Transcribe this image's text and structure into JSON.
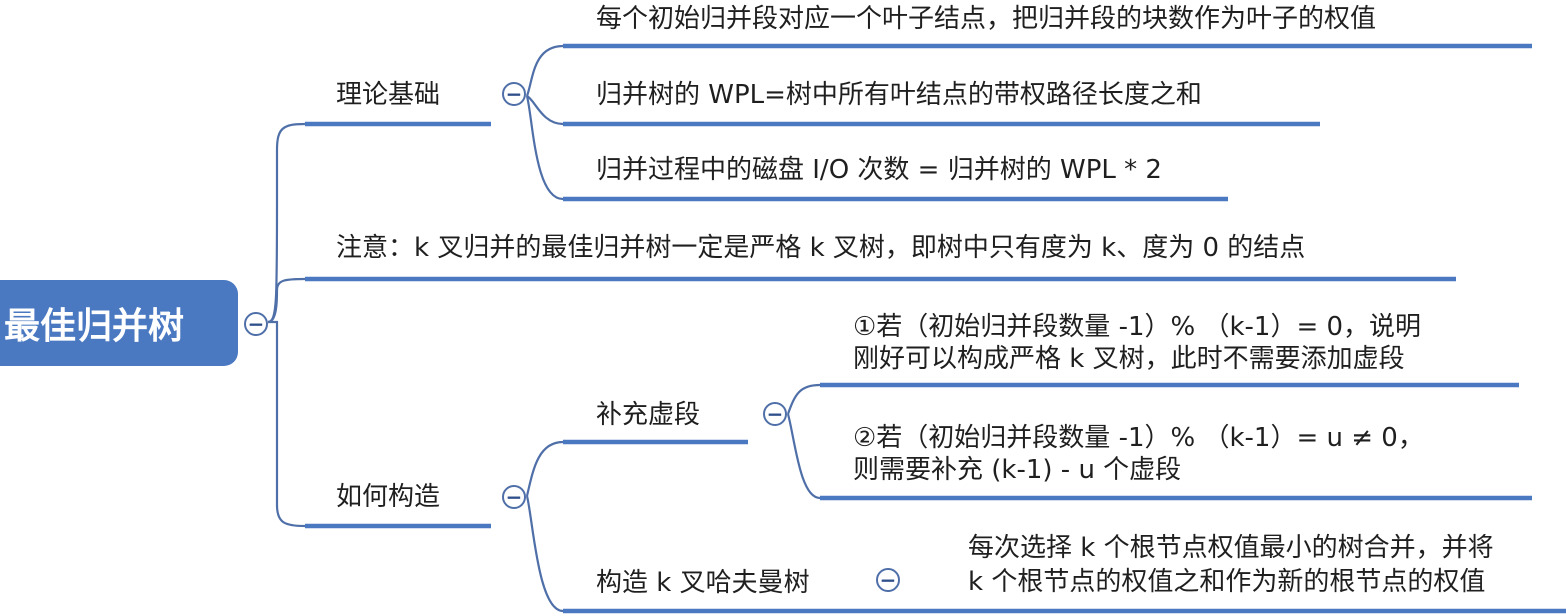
{
  "root": {
    "label": "最佳归并树"
  },
  "collapse_symbol": "−",
  "branches": {
    "theory": {
      "label": "理论基础",
      "items": [
        "每个初始归并段对应一个叶子结点，把归并段的块数作为叶子的权值",
        "归并树的 WPL=树中所有叶结点的带权路径长度之和",
        "归并过程中的磁盘 I/O 次数 = 归并树的 WPL * 2"
      ]
    },
    "note": {
      "label": "注意：k 叉归并的最佳归并树一定是严格 k 叉树，即树中只有度为 k、度为 0 的结点"
    },
    "construct": {
      "label": "如何构造",
      "supplement": {
        "label": "补充虚段",
        "items": [
          {
            "line1": "①若（初始归并段数量 -1）% （k-1）= 0，说明",
            "line2": "刚好可以构成严格 k 叉树，此时不需要添加虚段"
          },
          {
            "line1": "②若（初始归并段数量 -1）% （k-1）= u ≠ 0，",
            "line2": "则需要补充 (k-1) - u 个虚段"
          }
        ]
      },
      "huffman": {
        "label": "构造 k 叉哈夫曼树",
        "detail": {
          "line1": "每次选择 k 个根节点权值最小的树合并，并将",
          "line2": "k 个根节点的权值之和作为新的根节点的权值"
        }
      }
    }
  },
  "colors": {
    "accent": "#4a79c2",
    "connector": "#4f6fa8",
    "text": "#1f1f1f",
    "background": "#ffffff"
  }
}
